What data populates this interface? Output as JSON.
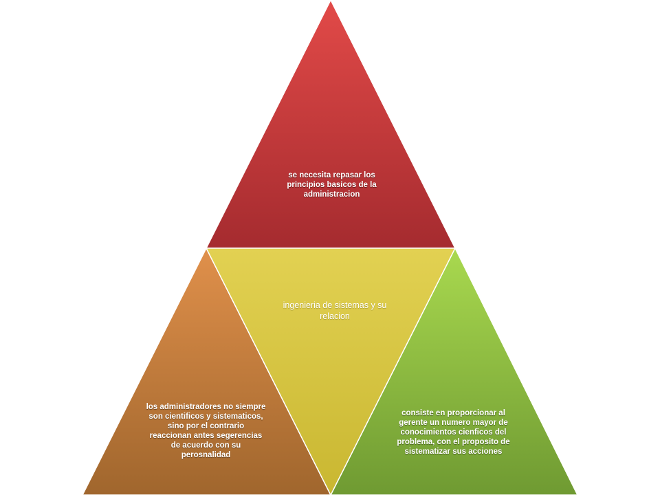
{
  "diagram": {
    "top": {
      "text": "se necesita repasar los principios basicos de la administracion",
      "color_light": "#e24a48",
      "color_dark": "#a52b2f"
    },
    "center": {
      "text": "ingenieria de sistemas y su relacion",
      "color_light": "#e2d152",
      "color_dark": "#c9b731"
    },
    "left": {
      "text": "los administradores no siempre son cientificos  y sistematicos, sino por el contrario reaccionan antes segerencias de acuerdo con su perosnalidad",
      "color_light": "#e0904b",
      "color_dark": "#a0662d"
    },
    "right": {
      "text": "consiste en proporcionar al gerente un numero mayor de conocimientos cienficos  del problema, con el proposito de sistematizar sus acciones",
      "color_light": "#a9d94f",
      "color_dark": "#6f9a32"
    }
  }
}
